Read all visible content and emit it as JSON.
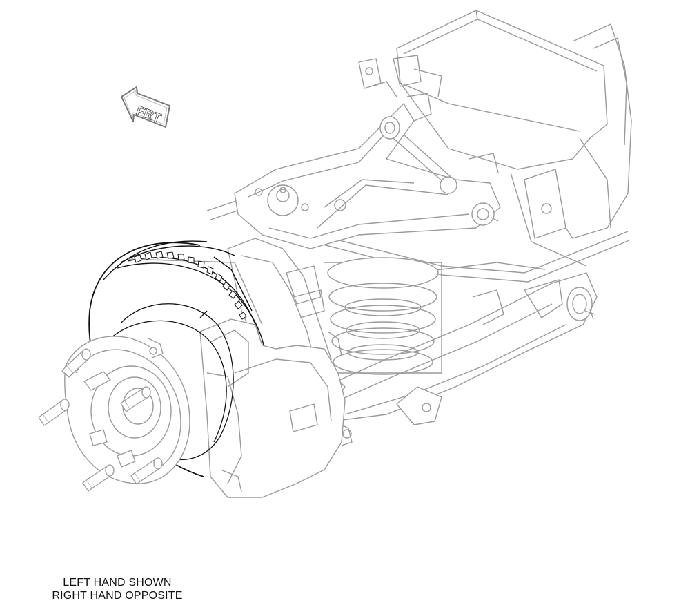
{
  "direction_arrow": {
    "label": "FRT",
    "icon": "front-direction-arrow-icon"
  },
  "caption": {
    "line1": "LEFT HAND SHOWN",
    "line2": "RIGHT HAND OPPOSITE"
  },
  "colors": {
    "line_light": "#9a9a9a",
    "line_dark": "#111111",
    "background": "#ffffff"
  }
}
